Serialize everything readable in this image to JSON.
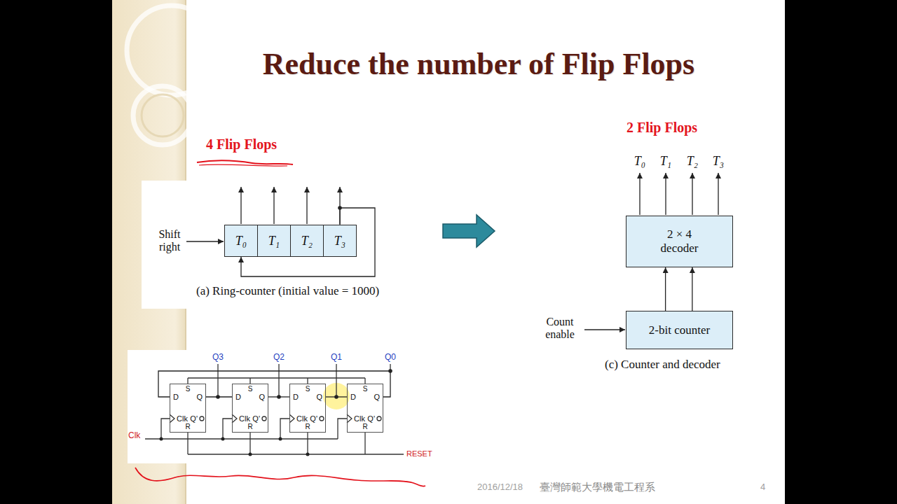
{
  "diagram": {
    "title": "Reduce the number of Flip Flops",
    "nodes": [
      {
        "text": [
          "T₀"
        ]
      },
      {
        "text": [
          "T₁"
        ]
      },
      {
        "text": [
          "T₂"
        ]
      },
      {
        "text": [
          "T₃"
        ]
      },
      {
        "text": [
          "2 × 4 decoder"
        ]
      },
      {
        "text": [
          "2-bit counter"
        ]
      },
      {
        "text": [
          "S",
          "D",
          "Q",
          "Clk",
          "Q'",
          "R"
        ]
      },
      {
        "text": [
          "S",
          "D",
          "Q",
          "Clk",
          "Q'",
          "R"
        ]
      },
      {
        "text": [
          "S",
          "D",
          "Q",
          "Clk",
          "Q'",
          "R"
        ]
      },
      {
        "text": [
          "S",
          "D",
          "Q",
          "Clk",
          "Q'",
          "R"
        ]
      }
    ],
    "edges": [
      {
        "from": 3,
        "to": 0,
        "arrow": "to"
      },
      {
        "from": 5,
        "to": 4,
        "arrow": "to"
      },
      {
        "from": 5,
        "to": 4,
        "arrow": "to"
      },
      {
        "from": 6,
        "to": 7,
        "arrow": "none"
      },
      {
        "from": 7,
        "to": 8,
        "arrow": "none"
      },
      {
        "from": 8,
        "to": 9,
        "arrow": "none"
      },
      {
        "from": 9,
        "to": 6,
        "arrow": "none"
      }
    ],
    "labels": [
      "4 Flip Flops",
      "Shift right",
      "(a) Ring-counter (initial value = 1000)",
      "2 Flip Flops",
      "T₀",
      "T₁",
      "T₂",
      "T₃",
      "Count enable",
      "(c) Counter and decoder",
      "Q3",
      "Q2",
      "Q1",
      "Q0",
      "Clk",
      "RESET",
      "2016/12/18",
      "臺灣師範大學機電工程系",
      "4"
    ]
  }
}
